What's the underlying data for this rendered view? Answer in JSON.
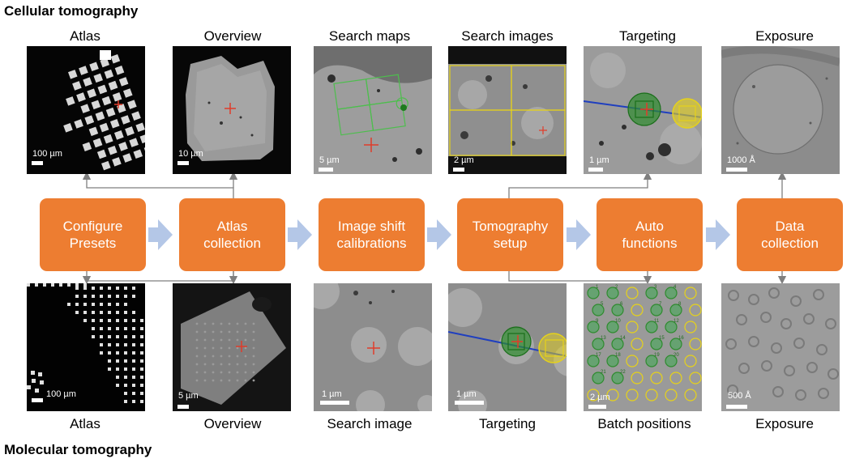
{
  "titles": {
    "top": "Cellular tomography",
    "bottom": "Molecular tomography"
  },
  "top_captions": [
    "Atlas",
    "Overview",
    "Search maps",
    "Search images",
    "Targeting",
    "Exposure"
  ],
  "bottom_captions": [
    "Atlas",
    "Overview",
    "Search image",
    "Targeting",
    "Batch positions",
    "Exposure"
  ],
  "steps": [
    "Configure\nPresets",
    "Atlas\ncollection",
    "Image shift\ncalibrations",
    "Tomography\nsetup",
    "Auto\nfunctions",
    "Data\ncollection"
  ],
  "top_scalebars": [
    "100 µm",
    "10 µm",
    "5 µm",
    "2 µm",
    "1 µm",
    "1000 Å"
  ],
  "bottom_scalebars": [
    "100 µm",
    "5 µm",
    "1 µm",
    "1 µm",
    "2 µm",
    "500 Å"
  ],
  "batch_numbers": [
    "1",
    "2",
    "3",
    "4",
    "5",
    "6",
    "7",
    "8",
    "9",
    "10",
    "11",
    "12",
    "13",
    "14",
    "15",
    "16",
    "17",
    "18",
    "19",
    "20",
    "21",
    "22"
  ],
  "colors": {
    "step_fill": "#ED7D31",
    "arrow": "#B4C7E7",
    "connector": "#7F7F7F",
    "marker": "#E03C2A",
    "targeting": "#2E8B2E",
    "tracking": "#E6D21A"
  }
}
